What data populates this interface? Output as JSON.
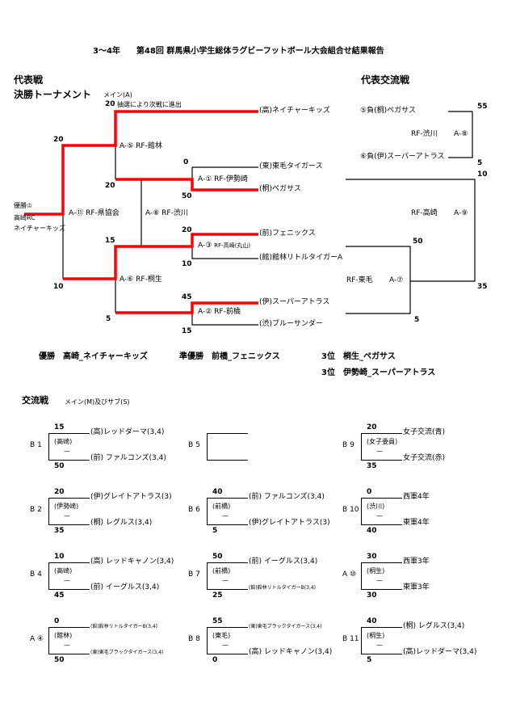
{
  "header": {
    "title": "3～4年　　第48回 群馬県小学生総体ラグビーフットボール大会組合せ結果報告"
  },
  "main": {
    "section_title": "代表戦",
    "subtitle": "決勝トーナメント",
    "main_label": "メイン(A)",
    "note": "抽選により次戦に進出",
    "champion": {
      "label": "優勝",
      "crown_icon": "crown-icon",
      "line1": "高崎RC",
      "line2": "ネイチャーキッズ"
    },
    "matches": {
      "a11": "A-⑪ RF-県協会",
      "a5": "A-⑤ RF-館林",
      "a8": "A-⑧ RF-渋川",
      "a6": "A-⑥ RF-桐生",
      "a1": "A-① RF-伊勢崎",
      "a3": "A-③",
      "a3_ref": "RF-高崎(丸山)",
      "a2": "A-② RF-前橋"
    },
    "scores": {
      "s20a": "20",
      "s20b": "20",
      "s20c": "20",
      "s10": "10",
      "s15": "15",
      "s5": "5",
      "s0": "0",
      "s50": "50",
      "s20d": "20",
      "s10b": "10",
      "s45": "45",
      "s15b": "15"
    },
    "teams": [
      "(高)ネイチャーキッズ",
      "(東)東毛タイガース",
      "(桐)ペガサス",
      "(前)フェニックス",
      "(館)館林リトルタイガーA",
      "(伊)スーパーアトラス",
      "(渋)ブルーサンダー"
    ]
  },
  "exchange_rep": {
    "title": "代表交流戦",
    "a8": {
      "top": "⑤負(桐)ペガサス",
      "bottom": "⑥負(伊)スーパーアトラス",
      "ref": "RF-渋川",
      "id": "A-⑧",
      "score_top": "55",
      "score_bottom": "5"
    },
    "a9": {
      "ref": "RF-高崎",
      "id": "A-⑨",
      "score_top": "10",
      "score_bottom": "35"
    },
    "a7": {
      "ref": "RF-東毛",
      "id": "A-⑦",
      "score_top": "50",
      "score_bottom": "5"
    }
  },
  "results": {
    "win_label": "優勝",
    "win": "高崎_ネイチャーキッズ",
    "second_label": "準優勝",
    "second": "前橋_フェニックス",
    "third_label": "3位",
    "third1": "桐生_ペガサス",
    "third2": "伊勢崎_スーパーアトラス"
  },
  "exchange": {
    "title": "交流戦",
    "subtitle": "メイン(M)及びサブ(S)",
    "matches": [
      {
        "court": "B",
        "no": "1",
        "ref": "(高崎)",
        "dash": "—",
        "top": "(高)レッドダーマ(3,4)",
        "bottom": "(前) ファルコンズ(3,4)",
        "st": "15",
        "sb": "50"
      },
      {
        "court": "B",
        "no": "2",
        "ref": "(伊勢崎)",
        "dash": "—",
        "top": "(伊)グレイトアトラス(3)",
        "bottom": "(桐) レグルス(3,4)",
        "st": "20",
        "sb": "35"
      },
      {
        "court": "B",
        "no": "4",
        "ref": "(高崎)",
        "dash": "—",
        "top": "(高) レッドキャノン(3,4)",
        "bottom": "(前) イーグルス(3,4)",
        "st": "10",
        "sb": "45"
      },
      {
        "court": "A",
        "no": "④",
        "ref": "(館林)",
        "dash": "—",
        "top": "(館)館林リトルタイガーB(3,4)",
        "bottom": "(東)東毛ブラックタイガース(3,4)",
        "st": "0",
        "sb": "50",
        "small": true
      },
      {
        "court": "B",
        "no": "5",
        "ref": "",
        "dash": "",
        "top": "",
        "bottom": "",
        "st": "",
        "sb": ""
      },
      {
        "court": "B",
        "no": "6",
        "ref": "(前橋)",
        "dash": "—",
        "top": "(前) ファルコンズ(3,4)",
        "bottom": "(伊)グレイトアトラス(3)",
        "st": "40",
        "sb": "5"
      },
      {
        "court": "B",
        "no": "7",
        "ref": "(前橋)",
        "dash": "—",
        "top": "(前) イーグルス(3,4)",
        "bottom": "(館)館林リトルタイガーB(3,4)",
        "st": "50",
        "sb": "25",
        "smallb": true
      },
      {
        "court": "B",
        "no": "8",
        "ref": "(東毛)",
        "dash": "—",
        "top": "(東)東毛ブラックタイガース(3,4)",
        "bottom": "(高) レッドキャノン(3,4)",
        "st": "55",
        "sb": "0",
        "smallt": true
      },
      {
        "court": "B",
        "no": "9",
        "ref": "(女子委員)",
        "dash": "—",
        "top": "女子交流(青)",
        "bottom": "女子交流(赤)",
        "st": "20",
        "sb": "35"
      },
      {
        "court": "B",
        "no": "10",
        "ref": "(渋川)",
        "dash": "—",
        "top": "西軍4年",
        "bottom": "東軍4年",
        "st": "0",
        "sb": "40"
      },
      {
        "court": "A",
        "no": "⑩",
        "ref": "(桐生)",
        "dash": "—",
        "top": "西軍3年",
        "bottom": "東軍3年",
        "st": "30",
        "sb": "30"
      },
      {
        "court": "B",
        "no": "11",
        "ref": "(桐生)",
        "dash": "—",
        "top": "(桐) レグルス(3,4)",
        "bottom": "(高)レッドダーマ(3,4)",
        "st": "40",
        "sb": "5"
      }
    ]
  }
}
